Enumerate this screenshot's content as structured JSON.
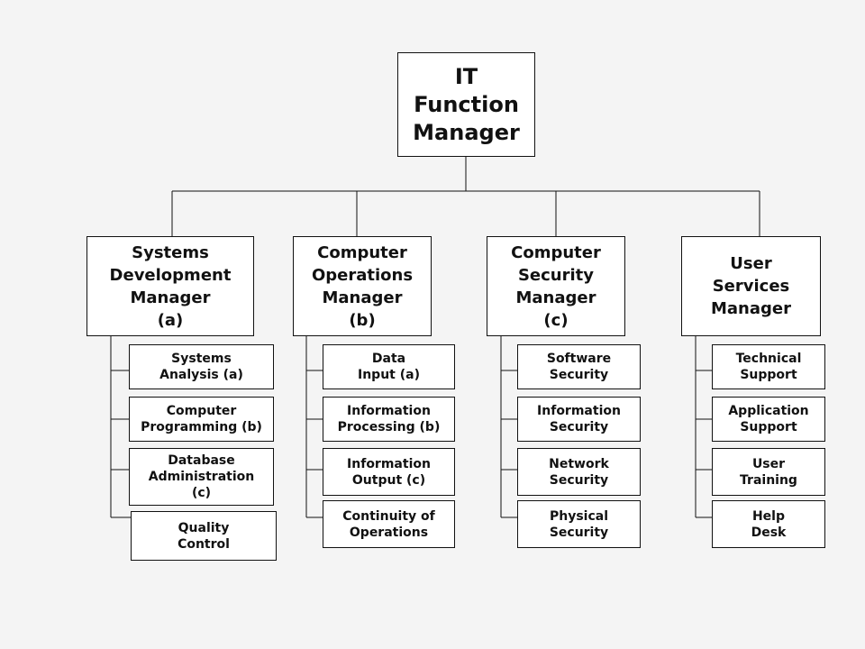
{
  "colors": {
    "background": "#f4f4f4",
    "box_fill": "#ffffff",
    "border": "#111111",
    "connector": "#111111"
  },
  "root": {
    "label": "IT\nFunction\nManager"
  },
  "managers": [
    {
      "label": "Systems\nDevelopment\nManager\n(a)",
      "children": [
        "Systems\nAnalysis (a)",
        "Computer\nProgramming (b)",
        "Database\nAdministration\n(c)",
        "Quality\nControl"
      ]
    },
    {
      "label": "Computer\nOperations\nManager\n(b)",
      "children": [
        "Data\nInput (a)",
        "Information\nProcessing (b)",
        "Information\nOutput (c)",
        "Continuity of\nOperations"
      ]
    },
    {
      "label": "Computer\nSecurity\nManager\n(c)",
      "children": [
        "Software\nSecurity",
        "Information\nSecurity",
        "Network\nSecurity",
        "Physical\nSecurity"
      ]
    },
    {
      "label": "User\nServices\nManager",
      "children": [
        "Technical\nSupport",
        "Application\nSupport",
        "User\nTraining",
        "Help\nDesk"
      ]
    }
  ]
}
